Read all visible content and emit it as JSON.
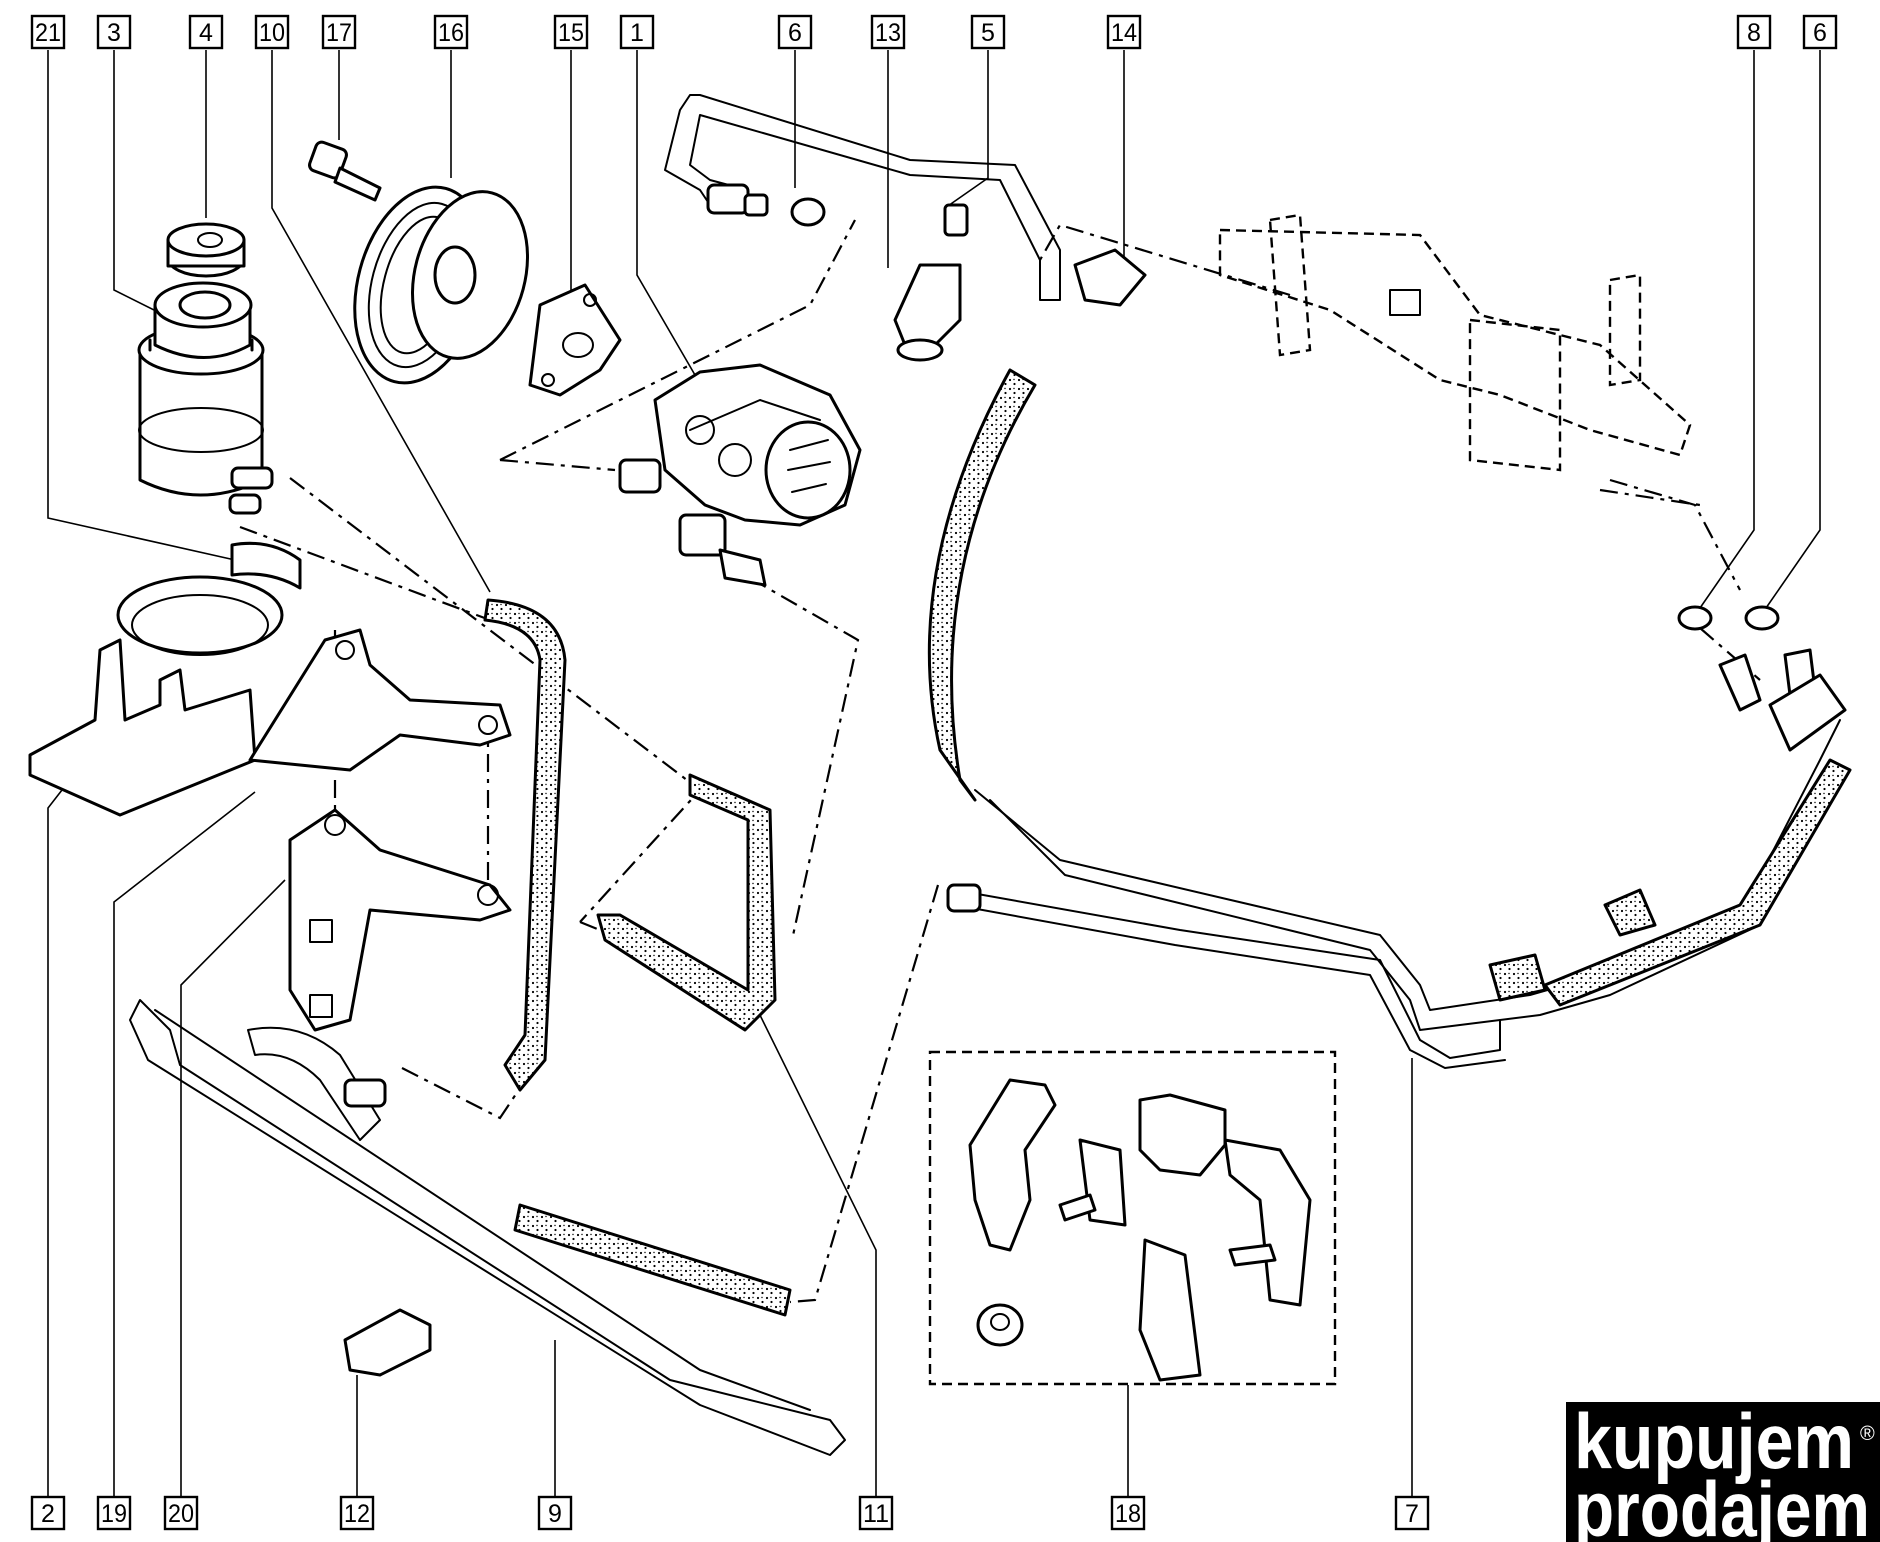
{
  "labels_top": [
    "21",
    "3",
    "4",
    "10",
    "17",
    "16",
    "15",
    "1",
    "6",
    "13",
    "5",
    "14",
    "8",
    "6"
  ],
  "labels_bottom": [
    "2",
    "19",
    "20",
    "12",
    "9",
    "11",
    "18",
    "7"
  ],
  "logo": {
    "line1": "kupujem",
    "line2": "prodajem",
    "reg": "®"
  }
}
